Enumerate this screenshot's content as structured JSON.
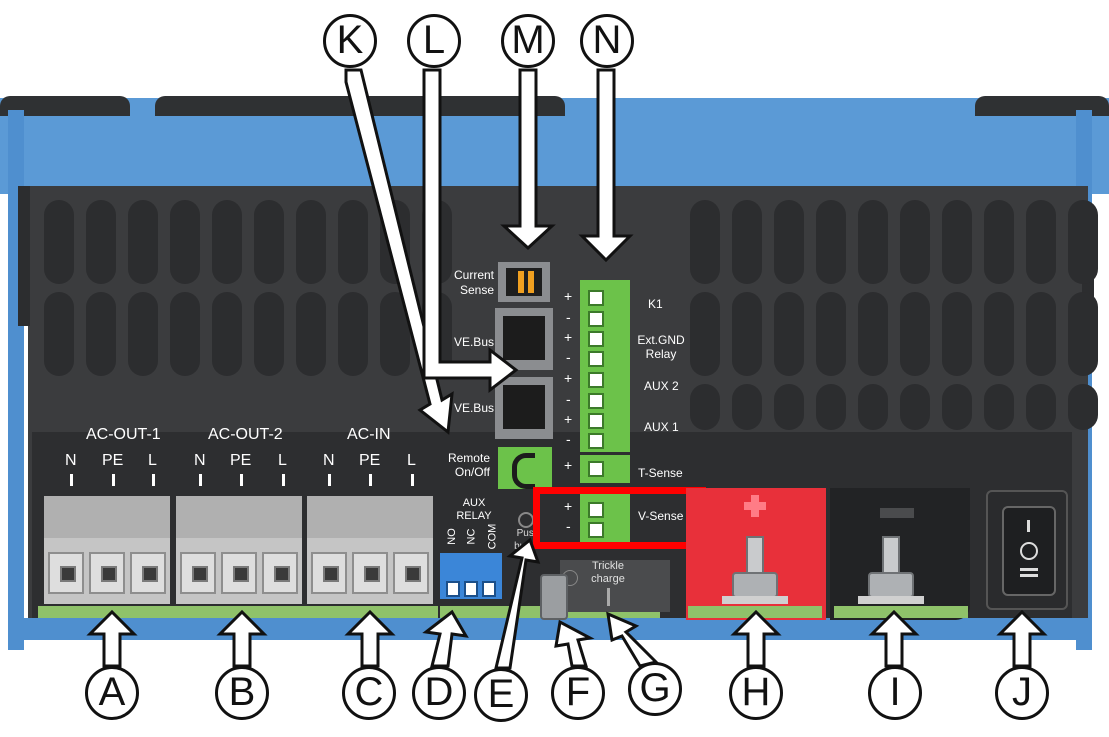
{
  "callouts": {
    "top": [
      "K",
      "L",
      "M",
      "N"
    ],
    "bottom": [
      "A",
      "B",
      "C",
      "D",
      "E",
      "F",
      "G",
      "H",
      "I",
      "J"
    ]
  },
  "ac": {
    "out1": "AC-OUT-1",
    "out2": "AC-OUT-2",
    "in": "AC-IN",
    "n": "N",
    "pe": "PE",
    "l": "L"
  },
  "connectors": {
    "current_sense": "Current\nSense",
    "vebus": "VE.Bus",
    "remote": "Remote\nOn/Off",
    "aux_relay": "AUX\nRELAY",
    "no": "NO",
    "nc": "NC",
    "com": "COM",
    "push_button": "Push\nbutton",
    "trickle": "Trickle\ncharge"
  },
  "terminal_strip": {
    "plus": "+",
    "minus": "-",
    "k1": "K1",
    "ext_gnd": "Ext.GND\nRelay",
    "aux2": "AUX 2",
    "aux1": "AUX 1",
    "tsense": "T-Sense",
    "vsense": "V-Sense"
  },
  "colors": {
    "highlight": "#ff0000",
    "positive_terminal": "#e8303a",
    "chassis_blue": "#5b9ad6",
    "terminal_green": "#6cc24a"
  },
  "icons": {
    "positive": "plus-icon",
    "negative": "minus-icon",
    "switch": "power-switch-icon"
  }
}
